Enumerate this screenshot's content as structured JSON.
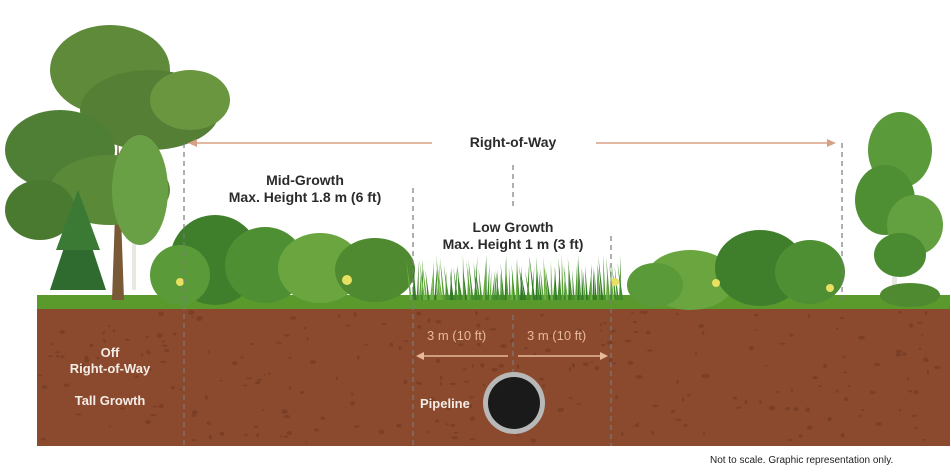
{
  "labels": {
    "right_of_way": "Right-of-Way",
    "mid_growth_title": "Mid-Growth",
    "mid_growth_height": "Max. Height 1.8 m (6 ft)",
    "low_growth_title": "Low Growth",
    "low_growth_height": "Max. Height 1 m (3 ft)",
    "off_row_line1": "Off",
    "off_row_line2": "Right-of-Way",
    "tall_growth": "Tall Growth",
    "left_dimension": "3 m (10 ft)",
    "right_dimension": "3 m (10 ft)",
    "pipeline": "Pipeline",
    "footnote": "Not to scale. Graphic representation only."
  },
  "colors": {
    "soil": "#8b4a2e",
    "soil_dark": "#7a3f26",
    "grass": "#5a9a2c",
    "shrub": "#4d8a30",
    "tree": "#4f7f35",
    "dimension": "#e8b89a",
    "pipe": "#1a1a1a",
    "pipe_ring": "#b8b8b8"
  },
  "icons": [
    "deciduous-tree-icon",
    "conifer-tree-icon",
    "birch-tree-icon",
    "shrub-icon",
    "grass-icon",
    "flower-icon",
    "pipeline-icon"
  ]
}
